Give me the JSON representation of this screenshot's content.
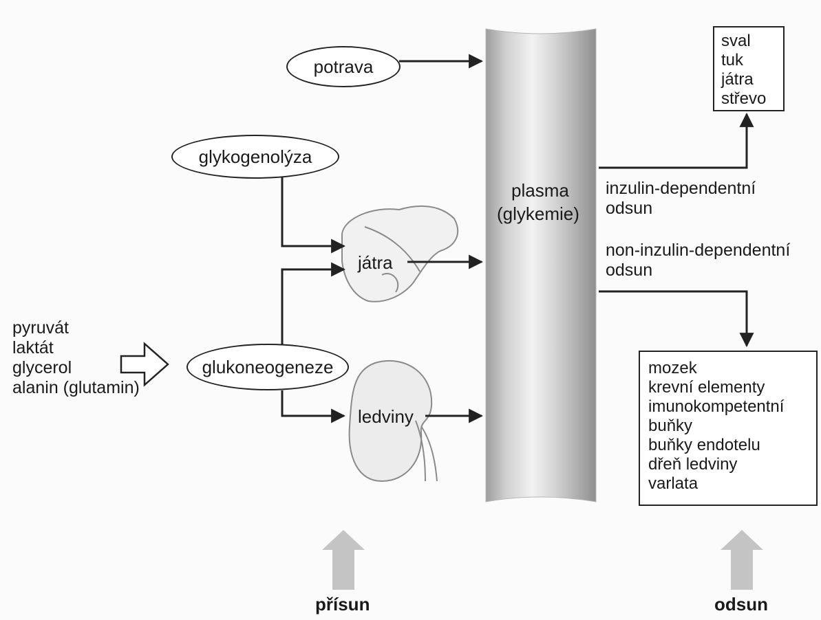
{
  "nodes": {
    "potrava": "potrava",
    "glykogenolyza": "glykogenolýza",
    "glukoneogeneze": "glukoneogeneze",
    "jatra": "játra",
    "ledviny": "ledviny",
    "plasma_line1": "plasma",
    "plasma_line2": "(glykemie)"
  },
  "substrates": [
    "pyruvát",
    "laktát",
    "glycerol",
    "alanin (glutamin)"
  ],
  "insulin_dependent": {
    "label_line1": "inzulin-dependentní",
    "label_line2": "odsun",
    "targets": [
      "sval",
      "tuk",
      "játra",
      "střevo"
    ]
  },
  "non_insulin_dependent": {
    "label_line1": "non-inzulin-dependentní",
    "label_line2": "odsun",
    "targets": [
      "mozek",
      "krevní elementy",
      "imunokompetentní",
      "buňky",
      "buňky endotelu",
      "dřeň ledviny",
      "varlata"
    ]
  },
  "footer": {
    "prisun": "přísun",
    "odsun": "odsun"
  },
  "colors": {
    "line": "#222222",
    "cylinder_light": "#e6e6e6",
    "cylinder_dark": "#a9a9a9",
    "footer_arrow": "#c4c4c4"
  }
}
